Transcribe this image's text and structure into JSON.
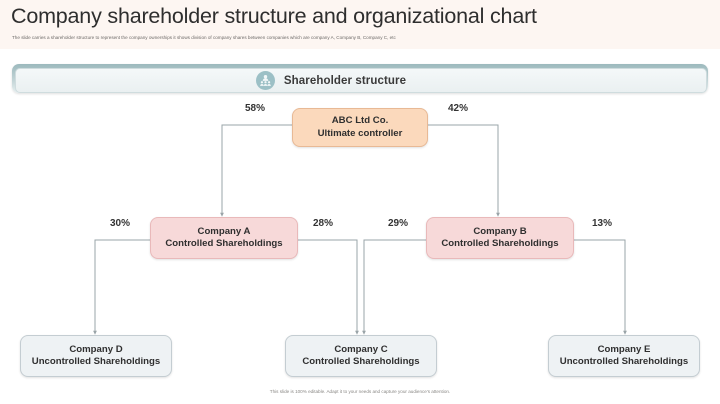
{
  "slide": {
    "title": "Company shareholder structure and organizational chart",
    "subtitle": "The slide carries a shareholder structure to represent the company ownerships it shows division of company shares between companies which are company A, Company B, Company C, etc",
    "footer": "This slide is 100% editable. Adapt it to your needs and capture your audience's attention."
  },
  "section": {
    "icon": "people-group-icon",
    "title": "Shareholder structure"
  },
  "colors": {
    "title_band": "#fdf6f2",
    "section_bar": "#c2d4d6",
    "icon_circle": "#9cc0c6",
    "root_node": "#fbd9bc",
    "root_border": "#e8b995",
    "mid_node": "#f7d9d9",
    "mid_border": "#e9b9ba",
    "leaf_node": "#eef2f4",
    "leaf_border": "#c4cdd2",
    "connector": "#9aa4a8"
  },
  "chart_data": {
    "type": "diagram",
    "title": "Shareholder structure",
    "nodes": [
      {
        "id": "root",
        "line1": "ABC Ltd Co.",
        "line2": "Ultimate controller",
        "level": 0,
        "style": "root"
      },
      {
        "id": "companyA",
        "line1": "Company A",
        "line2": "Controlled Shareholdings",
        "level": 1,
        "style": "mid"
      },
      {
        "id": "companyB",
        "line1": "Company B",
        "line2": "Controlled Shareholdings",
        "level": 1,
        "style": "mid"
      },
      {
        "id": "companyD",
        "line1": "Company D",
        "line2": "Uncontrolled Shareholdings",
        "level": 2,
        "style": "leaf"
      },
      {
        "id": "companyC",
        "line1": "Company C",
        "line2": "Controlled Shareholdings",
        "level": 2,
        "style": "leaf"
      },
      {
        "id": "companyE",
        "line1": "Company E",
        "line2": "Uncontrolled Shareholdings",
        "level": 2,
        "style": "leaf"
      }
    ],
    "edges": [
      {
        "from": "root",
        "to": "companyA",
        "label": "58%"
      },
      {
        "from": "root",
        "to": "companyB",
        "label": "42%"
      },
      {
        "from": "companyA",
        "to": "companyD",
        "label": "30%"
      },
      {
        "from": "companyA",
        "to": "companyC",
        "label": "28%"
      },
      {
        "from": "companyB",
        "to": "companyC",
        "label": "29%"
      },
      {
        "from": "companyB",
        "to": "companyE",
        "label": "13%"
      }
    ],
    "percentages": {
      "root_to_a": "58%",
      "root_to_b": "42%",
      "a_to_d": "30%",
      "a_to_c": "28%",
      "b_to_c": "29%",
      "b_to_e": "13%"
    }
  }
}
